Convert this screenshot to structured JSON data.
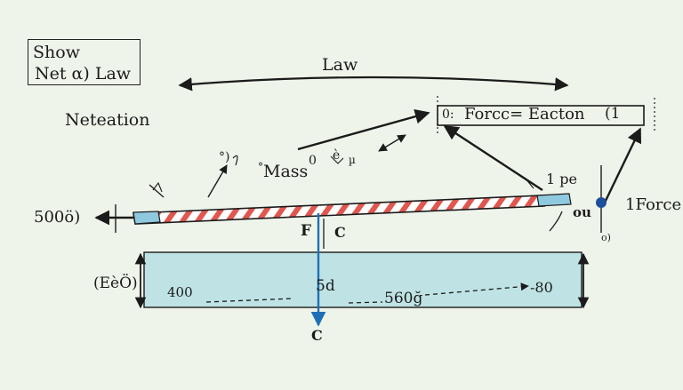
{
  "title_box": {
    "line1": "Show",
    "line2": "Net α) Law"
  },
  "top_label": "Law",
  "left_label": "Netеation",
  "equation_box": {
    "prefix": "0:",
    "text": "Forcc= Eacton",
    "suffix": "(1"
  },
  "mass_label": "Mass",
  "mass_superscript": "0",
  "left_end_label": "500ö)",
  "right_label": "1Force",
  "small_top_right": "1 pe",
  "small_ou": "ou",
  "small_o": "o)",
  "force_f": "F",
  "force_c": "C",
  "bottom_c": "C",
  "box_left_label": "(EèÖ)",
  "box_vals": {
    "left": "400",
    "mid_top": "5d",
    "mid": "560ğ",
    "right": "-80"
  },
  "small_marks": {
    "a": "°)",
    "b": "è",
    "c": "°",
    "d": "µ"
  },
  "colors": {
    "background": "#eef4ea",
    "box_fill": "#bfe3e4",
    "stripe_red": "#e0574f",
    "arrow_blue": "#1f6fb5",
    "ink": "#1b1b1b"
  }
}
